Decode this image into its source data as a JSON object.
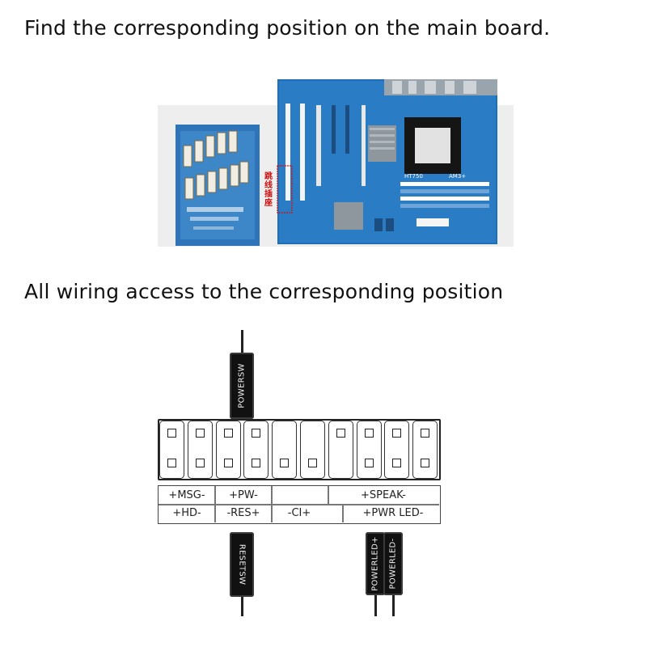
{
  "headings": {
    "top": "Find the corresponding position on the main board.",
    "bottom": "All wiring access to the corresponding position"
  },
  "photo": {
    "board_model_text": "HT750",
    "board_brand_text": "AM3+",
    "chinese_annotation": "跳线插座"
  },
  "wires": {
    "power_sw": "POWERSW",
    "reset_sw": "RESETSW",
    "power_led_plus": "POWERLED+",
    "power_led_minus": "POWERLED-"
  },
  "legend": {
    "top_row": [
      "+MSG-",
      "+PW-",
      "+SPEAK-"
    ],
    "bottom_row": [
      "+HD-",
      "-RES+",
      "-CI+",
      "+PWR LED-"
    ]
  },
  "colors": {
    "board_blue": "#1f6fb8",
    "wire_black": "#111111",
    "annotation_red": "#d01010"
  }
}
